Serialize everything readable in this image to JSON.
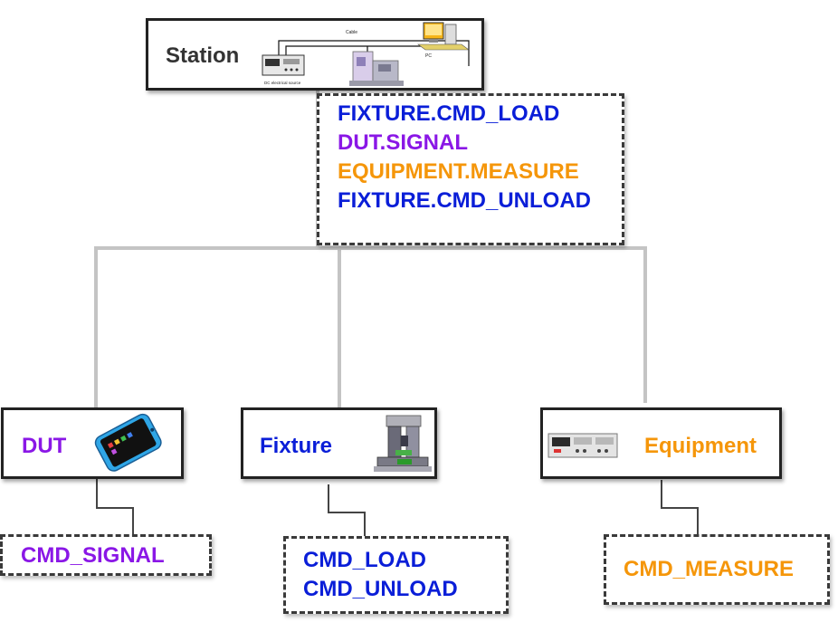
{
  "colors": {
    "fixture_blue": "#0a1ed8",
    "dut_purple": "#8a17e6",
    "equipment_orange": "#f5960a",
    "station_text": "#333333",
    "connector_gray": "#c4c4c4",
    "connector_dark": "#444444"
  },
  "station": {
    "label": "Station",
    "image": {
      "icon": "station-setup-illustration",
      "cable_label": "Cable",
      "pc_label": "PC",
      "source_label": "DC electrical source"
    },
    "commands": [
      {
        "text": "FIXTURE.CMD_LOAD",
        "color": "#0a1ed8"
      },
      {
        "text": "DUT.SIGNAL",
        "color": "#8a17e6"
      },
      {
        "text": "EQUIPMENT.MEASURE",
        "color": "#f5960a"
      },
      {
        "text": "FIXTURE.CMD_UNLOAD",
        "color": "#0a1ed8"
      }
    ]
  },
  "dut": {
    "label": "DUT",
    "icon": "smartphone-icon",
    "commands": [
      "CMD_SIGNAL"
    ]
  },
  "fixture": {
    "label": "Fixture",
    "icon": "fixture-machine-icon",
    "commands": [
      "CMD_LOAD",
      "CMD_UNLOAD"
    ]
  },
  "equipment": {
    "label": "Equipment",
    "icon": "power-supply-icon",
    "commands": [
      "CMD_MEASURE"
    ]
  }
}
